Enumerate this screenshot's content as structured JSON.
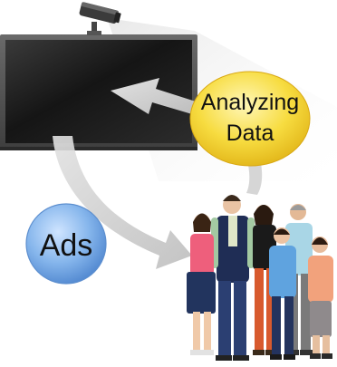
{
  "labels": {
    "ads": "Ads",
    "analyzing_line1": "Analyzing",
    "analyzing_line2": "Data"
  },
  "icons": {
    "camera": "security-camera-icon",
    "display": "digital-signage-display",
    "people": "people-group-illustration"
  },
  "colors": {
    "ads_bubble": "#7fb0e8",
    "analyzing_bubble": "#f4d43a",
    "arrow": "#c8c8c8",
    "screen": "#1e1e1e"
  }
}
